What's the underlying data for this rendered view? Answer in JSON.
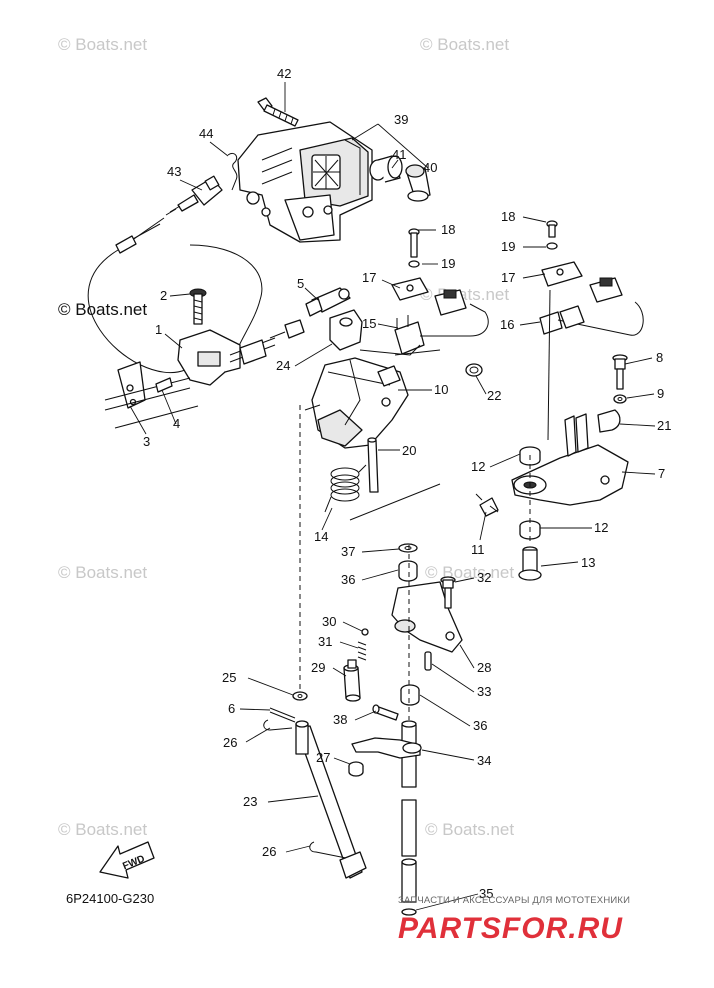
{
  "diagram_code": "6P24100-G230",
  "fwd_label": "FWD",
  "watermarks": {
    "main": "© Boats.net",
    "faint": "© Boats.net"
  },
  "brand": {
    "subtitle": "ЗАПЧАСТИ И АКСЕССУАРЫ ДЛЯ МОТОТЕХНИКИ",
    "name": "PARTSFOR.RU"
  },
  "callouts": [
    {
      "id": "42",
      "text": "42"
    },
    {
      "id": "44",
      "text": "44"
    },
    {
      "id": "39",
      "text": "39"
    },
    {
      "id": "41",
      "text": "41"
    },
    {
      "id": "40",
      "text": "40"
    },
    {
      "id": "43",
      "text": "43"
    },
    {
      "id": "18a",
      "text": "18"
    },
    {
      "id": "19a",
      "text": "19"
    },
    {
      "id": "17a",
      "text": "17"
    },
    {
      "id": "18b",
      "text": "18"
    },
    {
      "id": "19b",
      "text": "19"
    },
    {
      "id": "17b",
      "text": "17"
    },
    {
      "id": "2",
      "text": "2"
    },
    {
      "id": "5",
      "text": "5"
    },
    {
      "id": "1",
      "text": "1"
    },
    {
      "id": "15",
      "text": "15"
    },
    {
      "id": "16",
      "text": "16"
    },
    {
      "id": "24",
      "text": "24"
    },
    {
      "id": "10",
      "text": "10"
    },
    {
      "id": "22",
      "text": "22"
    },
    {
      "id": "8",
      "text": "8"
    },
    {
      "id": "9",
      "text": "9"
    },
    {
      "id": "21",
      "text": "21"
    },
    {
      "id": "3",
      "text": "3"
    },
    {
      "id": "4",
      "text": "4"
    },
    {
      "id": "20",
      "text": "20"
    },
    {
      "id": "12a",
      "text": "12"
    },
    {
      "id": "7",
      "text": "7"
    },
    {
      "id": "14",
      "text": "14"
    },
    {
      "id": "11",
      "text": "11"
    },
    {
      "id": "12b",
      "text": "12"
    },
    {
      "id": "37",
      "text": "37"
    },
    {
      "id": "13",
      "text": "13"
    },
    {
      "id": "36a",
      "text": "36"
    },
    {
      "id": "32",
      "text": "32"
    },
    {
      "id": "30",
      "text": "30"
    },
    {
      "id": "31",
      "text": "31"
    },
    {
      "id": "28",
      "text": "28"
    },
    {
      "id": "29",
      "text": "29"
    },
    {
      "id": "33",
      "text": "33"
    },
    {
      "id": "25",
      "text": "25"
    },
    {
      "id": "6",
      "text": "6"
    },
    {
      "id": "38",
      "text": "38"
    },
    {
      "id": "36b",
      "text": "36"
    },
    {
      "id": "26a",
      "text": "26"
    },
    {
      "id": "27",
      "text": "27"
    },
    {
      "id": "34",
      "text": "34"
    },
    {
      "id": "23",
      "text": "23"
    },
    {
      "id": "26b",
      "text": "26"
    },
    {
      "id": "35",
      "text": "35"
    }
  ]
}
